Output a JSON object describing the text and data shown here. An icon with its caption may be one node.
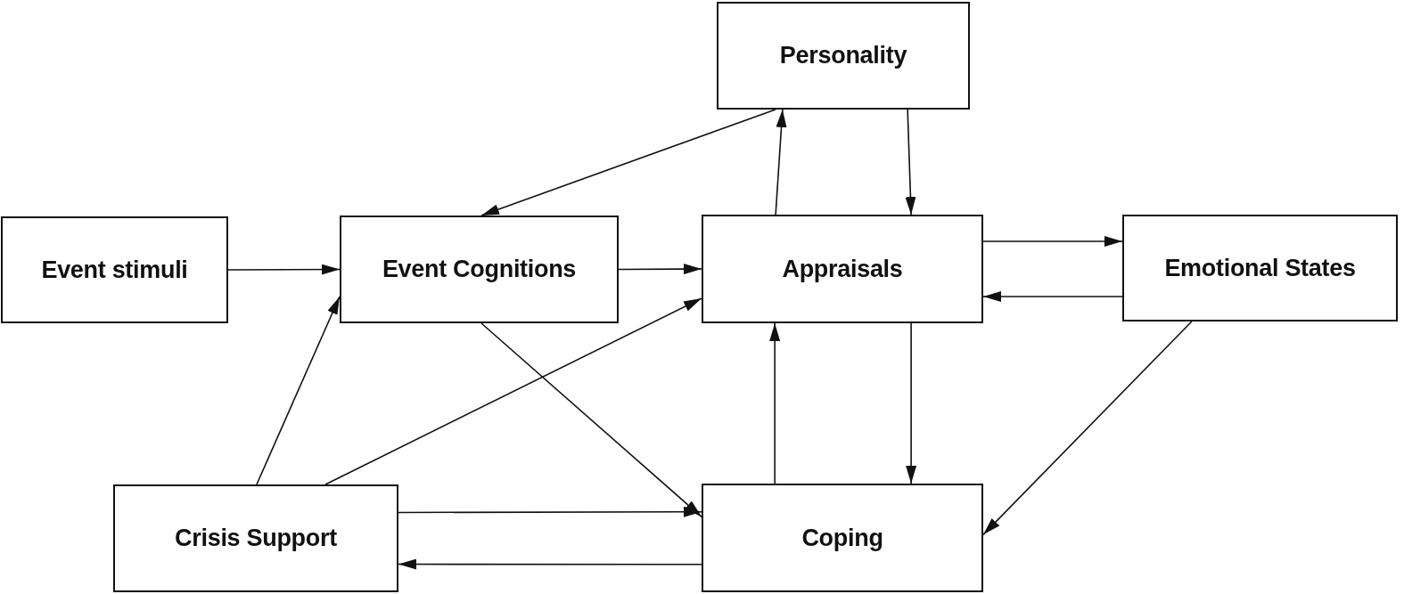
{
  "diagram": {
    "nodes": [
      {
        "text": [
          "Personality"
        ]
      },
      {
        "text": [
          "Event stimuli"
        ]
      },
      {
        "text": [
          "Event Cognitions"
        ]
      },
      {
        "text": [
          "Appraisals"
        ]
      },
      {
        "text": [
          "Emotional States"
        ]
      },
      {
        "text": [
          "Crisis Support"
        ]
      },
      {
        "text": [
          "Coping"
        ]
      }
    ],
    "edges": [
      {
        "from": 0,
        "to": 2,
        "arrow": "to"
      },
      {
        "from": 3,
        "to": 0,
        "arrow": "to"
      },
      {
        "from": 0,
        "to": 3,
        "arrow": "to"
      },
      {
        "from": 1,
        "to": 2,
        "arrow": "to"
      },
      {
        "from": 2,
        "to": 3,
        "arrow": "to"
      },
      {
        "from": 3,
        "to": 4,
        "arrow": "to"
      },
      {
        "from": 4,
        "to": 3,
        "arrow": "to"
      },
      {
        "from": 4,
        "to": 6,
        "arrow": "to"
      },
      {
        "from": 2,
        "to": 6,
        "arrow": "to"
      },
      {
        "from": 5,
        "to": 2,
        "arrow": "to"
      },
      {
        "from": 5,
        "to": 3,
        "arrow": "to"
      },
      {
        "from": 5,
        "to": 6,
        "arrow": "to"
      },
      {
        "from": 6,
        "to": 5,
        "arrow": "to"
      },
      {
        "from": 6,
        "to": 3,
        "arrow": "to"
      },
      {
        "from": 3,
        "to": 6,
        "arrow": "to"
      }
    ]
  }
}
